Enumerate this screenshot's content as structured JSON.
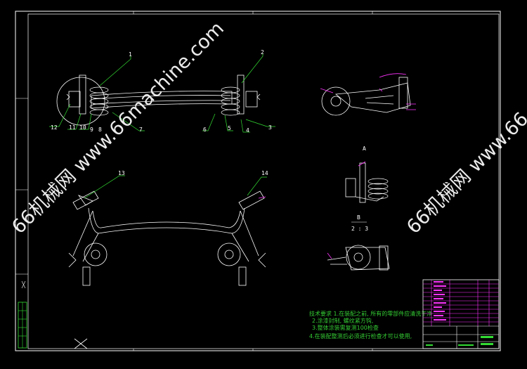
{
  "watermarks": [
    "66机械网 www.66machine.com",
    "66机械网 www.66"
  ],
  "balloons": [
    "1",
    "2",
    "3",
    "4",
    "5",
    "6",
    "7",
    "8",
    "9",
    "10",
    "11",
    "12",
    "13",
    "14"
  ],
  "view_labels": {
    "a": "A",
    "b": "B",
    "ratio": "2 : 3"
  },
  "tech_notes": [
    "技术要求 1.在装配之前, 所有的零部件应清洗干净",
    "2.涂漆封制, 螺纹紧方钩,",
    "3.整体涂装需复测100检查",
    "4.在装配整测后必须进行检查才可以使用,"
  ],
  "colors": {
    "line": "#ffffff",
    "leader": "#33dd33",
    "accent": "#ff33ff"
  }
}
